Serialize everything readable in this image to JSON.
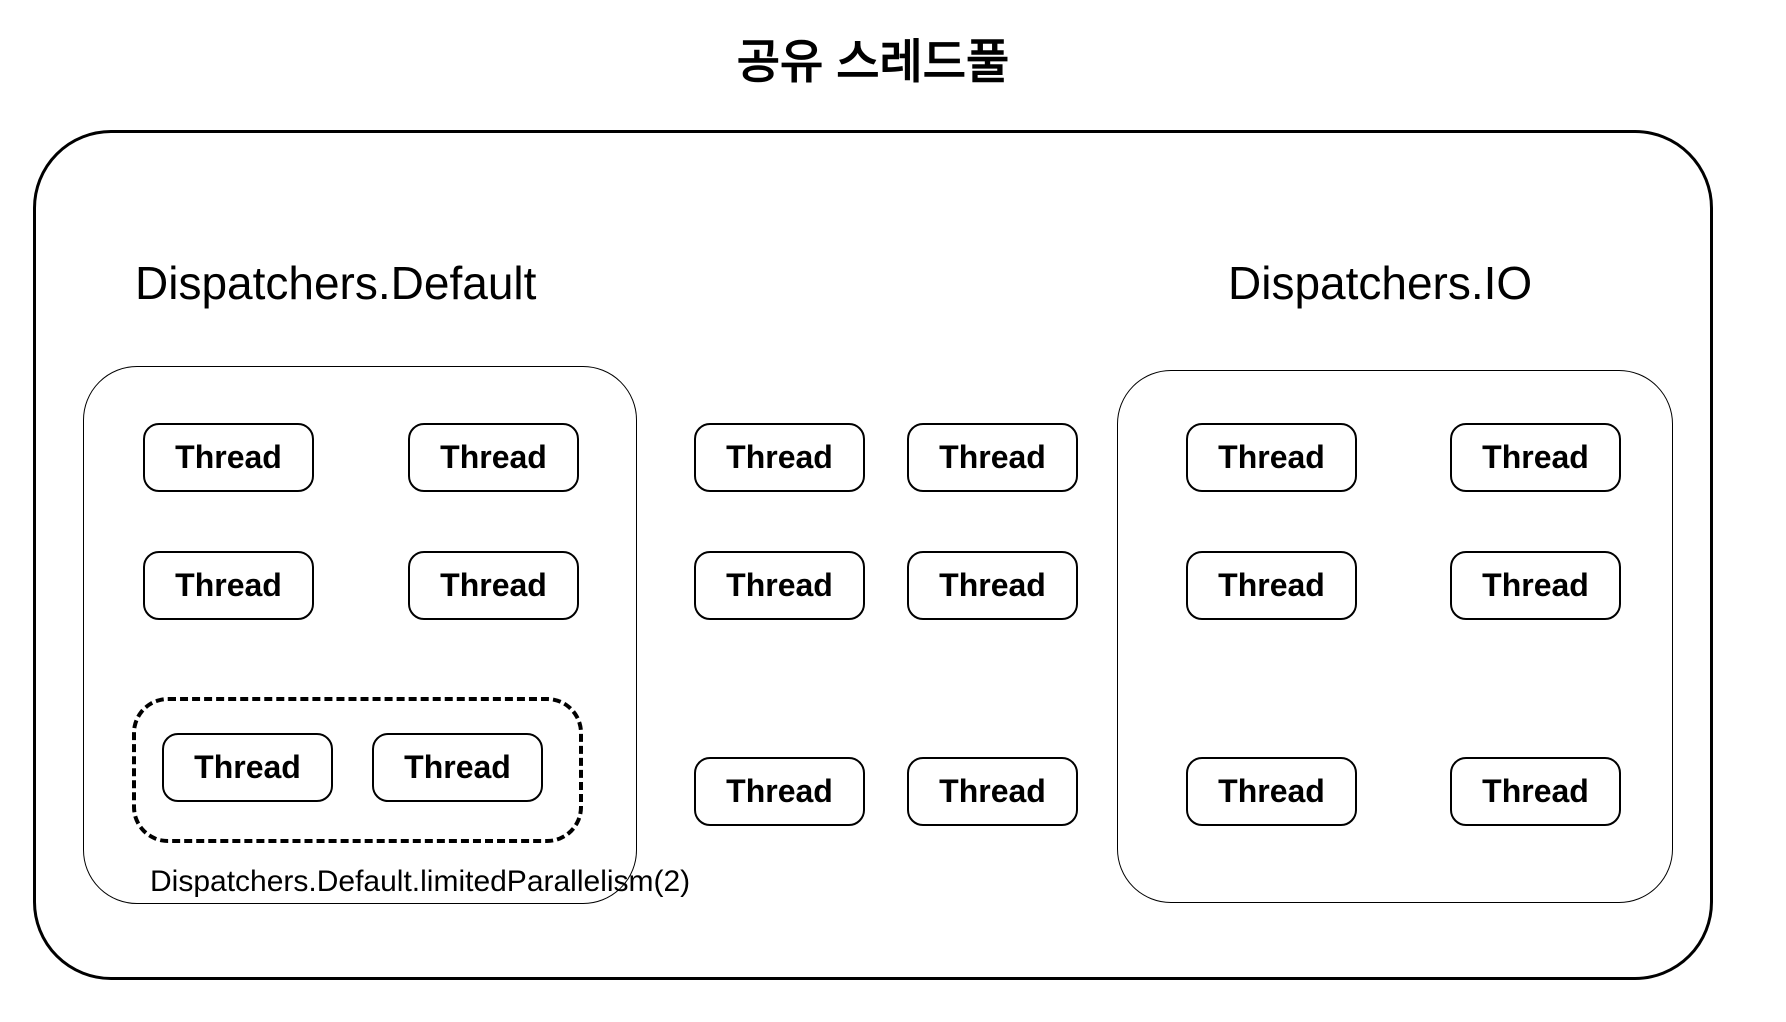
{
  "title": "공유 스레드풀",
  "labels": {
    "thread": "Thread"
  },
  "default_dispatcher": {
    "label": "Dispatchers.Default",
    "thread_count": 4,
    "limited": {
      "label": "Dispatchers.Default.limitedParallelism(2)",
      "thread_count": 2
    }
  },
  "shared_pool": {
    "thread_count": 6
  },
  "io_dispatcher": {
    "label": "Dispatchers.IO",
    "thread_count": 6
  },
  "colors": {
    "stroke": "#000000",
    "background": "#ffffff"
  }
}
